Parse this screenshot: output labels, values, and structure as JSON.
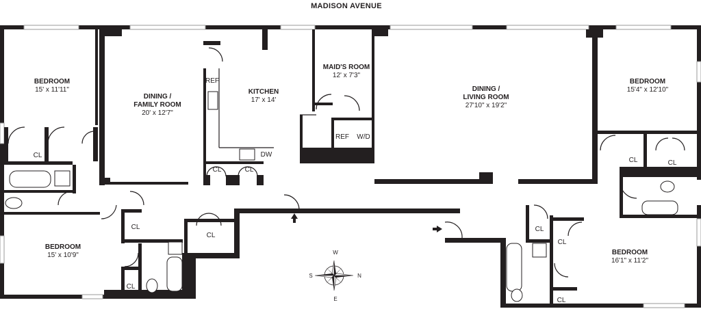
{
  "street": "MADISON AVENUE",
  "rooms": {
    "bedroom_nw": {
      "name": "BEDROOM",
      "dims": "15' x 11'11\""
    },
    "dining_family": {
      "name1": "DINING /",
      "name2": "FAMILY ROOM",
      "dims": "20' x 12'7\""
    },
    "kitchen": {
      "name": "KITCHEN",
      "dims": "17' x 14'"
    },
    "maids_room": {
      "name": "MAID'S ROOM",
      "dims": "12' x 7'3\""
    },
    "dining_living": {
      "name1": "DINING /",
      "name2": "LIVING ROOM",
      "dims": "27'10\" x 19'2\""
    },
    "bedroom_ne": {
      "name": "BEDROOM",
      "dims": "15'4\" x 12'10\""
    },
    "bedroom_sw": {
      "name": "BEDROOM",
      "dims": "15' x 10'9\""
    },
    "bedroom_se": {
      "name": "BEDROOM",
      "dims": "16'1\" x 11'2\""
    }
  },
  "fixtures": {
    "ref": "REF",
    "dw": "DW",
    "wd": "W/D",
    "cl": "CL"
  },
  "compass": {
    "n": "N",
    "s": "S",
    "e": "E",
    "w": "W"
  }
}
